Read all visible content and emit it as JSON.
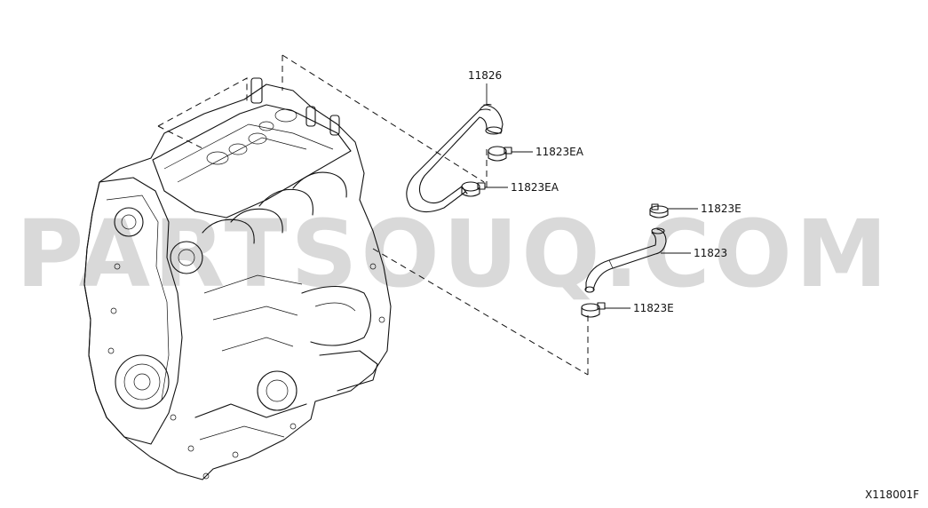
{
  "watermark": "PARTSOUQ.COM",
  "diagram_code": "X118001F",
  "callouts": [
    {
      "id": "hose-upper",
      "part_number": "11826"
    },
    {
      "id": "clamp-upper-a",
      "part_number": "11823EA"
    },
    {
      "id": "clamp-upper-b",
      "part_number": "11823EA"
    },
    {
      "id": "clamp-lower-a",
      "part_number": "11823E"
    },
    {
      "id": "hose-lower",
      "part_number": "11823"
    },
    {
      "id": "clamp-lower-b",
      "part_number": "11823E"
    }
  ]
}
